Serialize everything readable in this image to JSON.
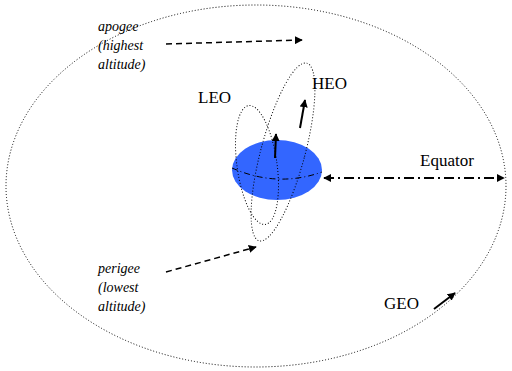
{
  "diagram": {
    "labels": [
      "apogee (highest altitude)",
      "HEO",
      "LEO",
      "Equator",
      "perigee (lowest altitude)",
      "GEO"
    ]
  }
}
